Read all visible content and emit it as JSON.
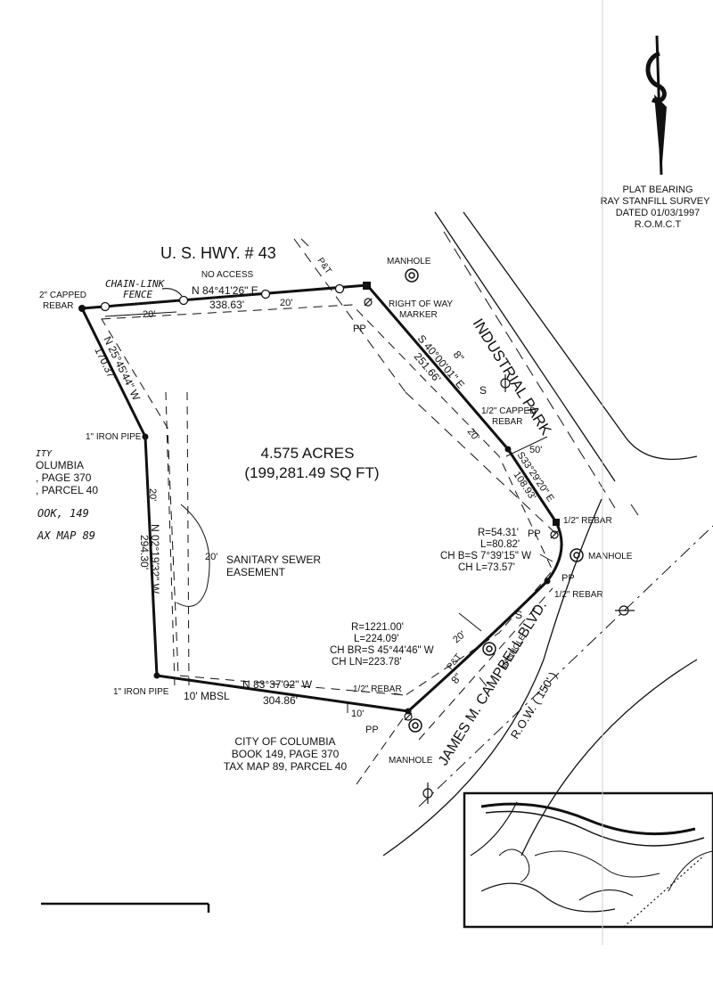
{
  "plat_bearing": {
    "title": "PLAT BEARING",
    "line2": "RAY STANFILL SURVEY I",
    "line3": "DATED 01/03/1997",
    "line4": "R.O.M.C.T"
  },
  "roads": {
    "us_hwy": "U. S. HWY. # 43",
    "no_access": "NO ACCESS",
    "industrial_park": "INDUSTRIAL PARK",
    "campbell_blvd": "JAMES M. CAMPBELL BLVD.",
    "row_150": "R.O.W. ( 150' )"
  },
  "area": {
    "acres": "4.575 ACRES",
    "sqft": "(199,281.49 SQ FT)"
  },
  "calls": {
    "north_bearing": "N 84°41'26\" E",
    "north_dist": "338.63'",
    "northeast_bearing": "S 40°00'01\" E",
    "northeast_dist": "251.66'",
    "east_bearing": "S33°29'20\" E",
    "east_dist": "108.93'",
    "south_bearing": "N 83°37'02\" W",
    "south_dist": "304.86'",
    "west_bearing": "N 02°19'32\" W",
    "west_dist": "294.30'",
    "northwest_bearing": "N 25°45'44\" W",
    "northwest_dist": "170.37'"
  },
  "curves": {
    "c1_r": "R=54.31'",
    "c1_l": "L=80.82'",
    "c1_chb": "CH B=S 7°39'15\" W",
    "c1_chl": "CH L=73.57'",
    "c2_r": "R=1221.00'",
    "c2_l": "L=224.09'",
    "c2_chbr": "CH BR=S 45°44'46\" W",
    "c2_chln": "CH LN=223.78'"
  },
  "monuments": {
    "capped_rebar_nw": "2\" CAPPED",
    "capped_rebar_nw2": "REBAR",
    "iron_pipe_w": "1\" IRON PIPE",
    "iron_pipe_sw": "1\" IRON PIPE",
    "capped_rebar_e": "1/2\" CAPPED",
    "capped_rebar_e2": "REBAR",
    "rebar_e": "1/2\" REBAR",
    "rebar_se": "1/2\" REBAR",
    "rebar_s": "1/2\" REBAR",
    "row_marker": "RIGHT OF WAY",
    "row_marker2": "MARKER"
  },
  "utilities": {
    "manhole": "MANHOLE",
    "pp": "PP",
    "pet": "P&T",
    "eight_inch": "8\"",
    "eight_inch2": "8\"",
    "sewer": "S",
    "sewer2": "S"
  },
  "dims": {
    "twenty": "20'",
    "fifty": "50'",
    "ten": "10'",
    "mbsl": "10' MBSL"
  },
  "easement": {
    "width": "20'",
    "line1": "SANITARY SEWER",
    "line2": "EASEMENT"
  },
  "handwriting": {
    "chain_link": "CHAIN-LINK",
    "fence": "FENCE"
  },
  "adjoiner_bottom": {
    "line1": "CITY OF COLUMBIA",
    "line2": "BOOK 149, PAGE 370",
    "line3": "TAX MAP 89, PARCEL 40"
  },
  "adjoiner_left": {
    "line1": "ITY",
    "line2": "OLUMBIA",
    "line3": ", PAGE 370",
    "line4": ", PARCEL 40",
    "line5": "OOK, 149",
    "line6": "AX MAP 89"
  }
}
